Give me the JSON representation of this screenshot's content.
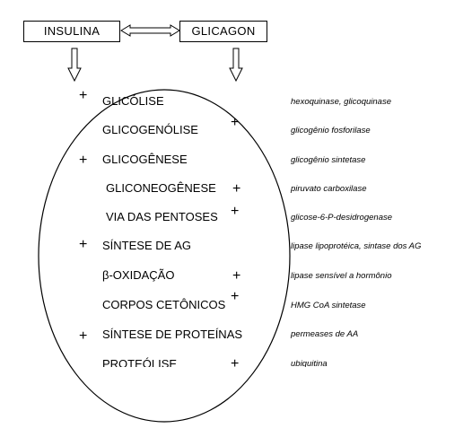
{
  "hormones": {
    "left": "INSULINA",
    "right": "GLICAGON"
  },
  "rows": [
    {
      "process": "GLICÓLISE",
      "enzyme": "hexoquinase, glicoquinase",
      "insulin": "+",
      "glucagon": ""
    },
    {
      "process": "GLICOGENÓLISE",
      "enzyme": "glicogênio fosforilase",
      "insulin": "",
      "glucagon": "+"
    },
    {
      "process": "GLICOGÊNESE",
      "enzyme": "glicogênio sintetase",
      "insulin": "+",
      "glucagon": ""
    },
    {
      "process": "GLICONEOGÊNESE",
      "enzyme": "piruvato carboxilase",
      "insulin": "",
      "glucagon": "+"
    },
    {
      "process": "VIA DAS PENTOSES",
      "enzyme": "glicose-6-P-desidrogenase",
      "insulin": "",
      "glucagon": "+"
    },
    {
      "process": "SÍNTESE DE AG",
      "enzyme": "lipase lipoprotéica, sintase dos AG",
      "insulin": "+",
      "glucagon": ""
    },
    {
      "process": "β-OXIDAÇÃO",
      "enzyme": "lipase sensível a hormônio",
      "insulin": "",
      "glucagon": "+"
    },
    {
      "process": "CORPOS CETÔNICOS",
      "enzyme": "HMG CoA sintetase",
      "insulin": "",
      "glucagon": "+"
    },
    {
      "process": "SÍNTESE DE PROTEÍNAS",
      "enzyme": "permeases de AA",
      "insulin": "+",
      "glucagon": ""
    },
    {
      "process": "PROTEÓLISE",
      "enzyme": "ubiquitina",
      "insulin": "",
      "glucagon": "+"
    }
  ]
}
